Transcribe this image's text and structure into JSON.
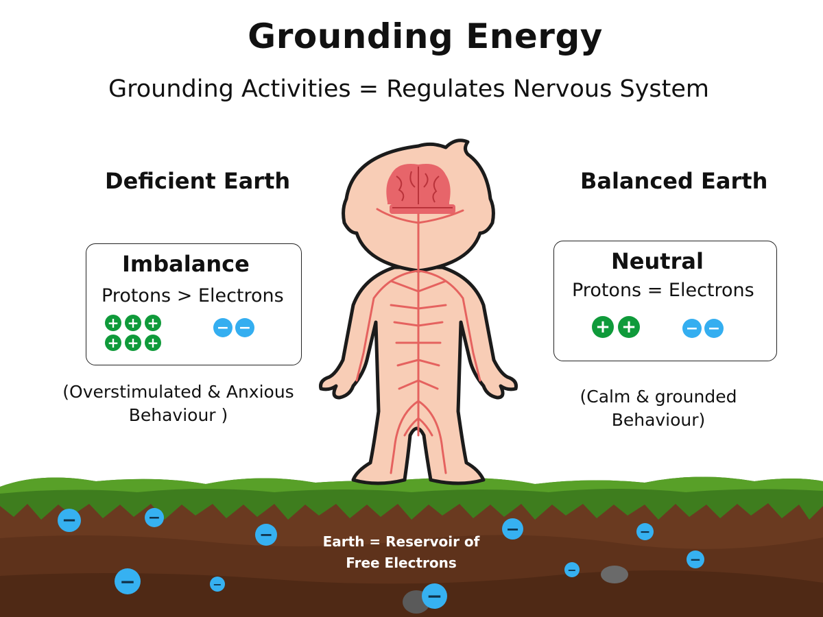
{
  "title": "Grounding Energy",
  "subtitle": "Grounding Activities = Regulates Nervous System",
  "left": {
    "heading": "Deficient Earth",
    "box_title": "Imbalance",
    "equation": "Protons > Electrons",
    "protons": 6,
    "electrons": 2,
    "note_line1": "(Overstimulated & Anxious",
    "note_line2": "Behaviour )"
  },
  "right": {
    "heading": "Balanced Earth",
    "box_title": "Neutral",
    "equation": "Protons = Electrons",
    "protons": 2,
    "electrons": 2,
    "note_line1": "(Calm & grounded",
    "note_line2": "Behaviour)"
  },
  "earth": {
    "caption_line1": "Earth = Reservoir of",
    "caption_line2": "Free Electrons"
  },
  "icons": {
    "proton": "plus",
    "electron": "minus"
  },
  "colors": {
    "proton": "#0f9a3a",
    "electron": "#34aef0",
    "grass": "#3e7d1e",
    "soil": "#6a3a20",
    "skin": "#f8cdb6",
    "nerves": "#e5625f",
    "brain": "#e7656a"
  }
}
